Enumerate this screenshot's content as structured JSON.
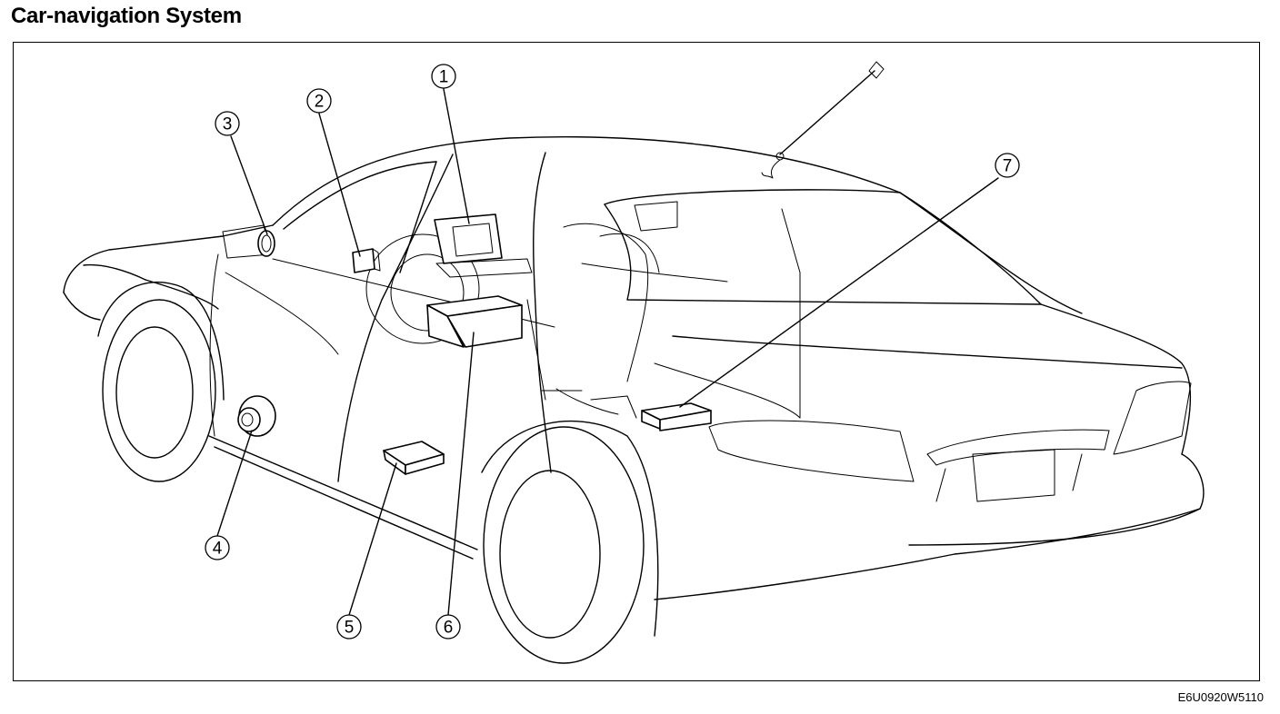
{
  "title": "Car-navigation System",
  "figure_code": "E6U0920W5110",
  "callouts": [
    {
      "label": "1"
    },
    {
      "label": "2"
    },
    {
      "label": "3"
    },
    {
      "label": "4"
    },
    {
      "label": "5"
    },
    {
      "label": "6"
    },
    {
      "label": "7"
    }
  ]
}
